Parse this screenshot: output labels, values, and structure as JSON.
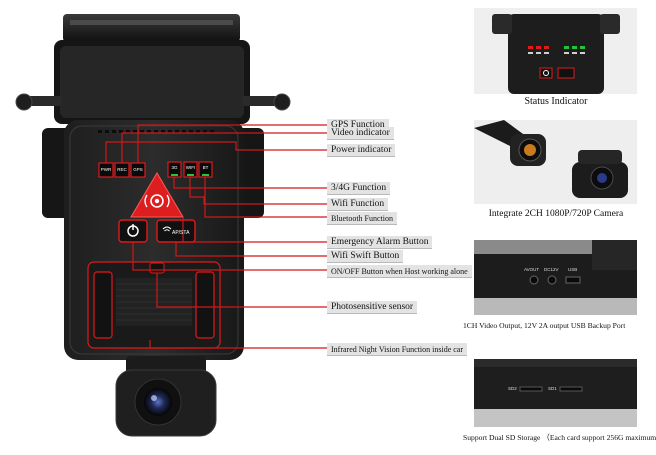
{
  "callouts": {
    "gps": "GPS Function",
    "video": "Video indicator",
    "power": "Power indicator",
    "g34": "3/4G Function",
    "wifi": "Wifi Function",
    "bt": "Bluetooth Function",
    "alarm": "Emergency Alarm Button",
    "wifi_swift": "Wifi Swift Button",
    "onoff": "ON/OFF Button when Host working alone",
    "photo": "Photosensitive sensor",
    "ir": "Infrared Night Vision Function inside car"
  },
  "device": {
    "led_labels": [
      "PWR",
      "REC",
      "GPS",
      "3G",
      "WIFI",
      "BT"
    ],
    "ap_button_label": "AP/STA"
  },
  "panels": {
    "status_caption": "Status Indicator",
    "camera_caption": "Integrate 2CH 1080P/720P Camera",
    "ports_caption": "1CH Video Output, 12V 2A output USB Backup Port",
    "port_labels": [
      "AVOUT",
      "DC12V",
      "USB"
    ],
    "sd_caption": "Support Dual SD Storage （Each card support 256G maximum",
    "sd_labels": [
      "SD2",
      "SD1"
    ]
  },
  "colors": {
    "accent_red": "#e01919",
    "warning_triangle": "#dc1e1e",
    "led_green": "#22c43a",
    "label_bg": "#e3e3e3"
  }
}
